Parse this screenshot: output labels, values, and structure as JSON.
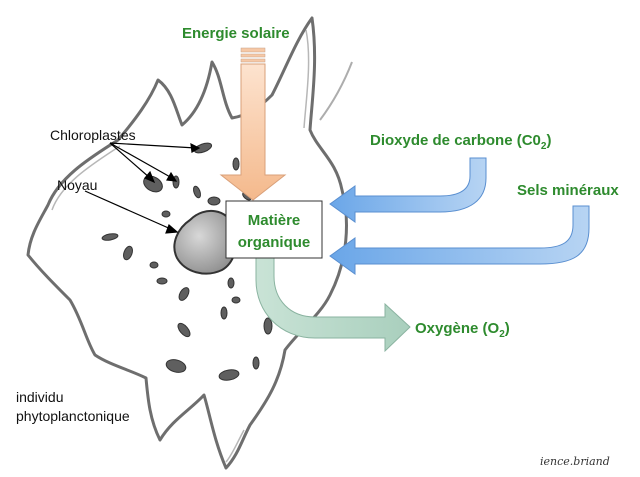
{
  "labels": {
    "energie": "Energie solaire",
    "co2_prefix": "Dioxyde de carbone (C0",
    "co2_sub": "2",
    "co2_suffix": ")",
    "sels": "Sels minéraux",
    "matiere_line1": "Matière",
    "matiere_line2": "organique",
    "oxygene_prefix": "Oxygène (O",
    "oxygene_sub": "2",
    "oxygene_suffix": ")",
    "chloroplastes": "Chloroplastes",
    "noyau": "Noyau",
    "individu_line1": "individu",
    "individu_line2": "phytoplanctonique",
    "credit": "ience.briand"
  },
  "colors": {
    "label_green": "#2e8b2e",
    "solar_arrow": "#f6c8a6",
    "blue_arrow": "#7fb2e6",
    "oxygen_arrow": "#bcd9cc",
    "cell_outline": "#555555",
    "organelle": "#555555"
  }
}
